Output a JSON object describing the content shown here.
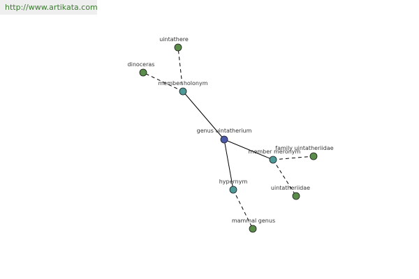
{
  "source": {
    "url_text": "http://www.artikata.com"
  },
  "colors": {
    "center_node": "#4a5aa8",
    "relation_node": "#4e9a98",
    "leaf_node": "#5a8c4a",
    "node_stroke": "#1a1a1a",
    "edge": "#000000",
    "link_text": "#3a7a2e"
  },
  "graph": {
    "nodes": [
      {
        "id": "center",
        "label": "genus uintatherium",
        "kind": "center"
      },
      {
        "id": "member_holonym",
        "label": "member holonym",
        "kind": "relation"
      },
      {
        "id": "member_meronym",
        "label": "member meronym",
        "kind": "relation"
      },
      {
        "id": "hypernym",
        "label": "hypernym",
        "kind": "relation"
      },
      {
        "id": "uintathere",
        "label": "uintathere",
        "kind": "leaf"
      },
      {
        "id": "dinoceras",
        "label": "dinoceras",
        "kind": "leaf"
      },
      {
        "id": "family_uintatheriidae",
        "label": "family uintatheriidae",
        "kind": "leaf"
      },
      {
        "id": "uintatheriidae",
        "label": "uintatheriidae",
        "kind": "leaf"
      },
      {
        "id": "mammal_genus",
        "label": "mammal genus",
        "kind": "leaf"
      }
    ],
    "edges": [
      {
        "from": "center",
        "to": "member_holonym",
        "style": "solid"
      },
      {
        "from": "center",
        "to": "member_meronym",
        "style": "solid"
      },
      {
        "from": "center",
        "to": "hypernym",
        "style": "solid"
      },
      {
        "from": "member_holonym",
        "to": "uintathere",
        "style": "dashed"
      },
      {
        "from": "member_holonym",
        "to": "dinoceras",
        "style": "dashed"
      },
      {
        "from": "member_meronym",
        "to": "family_uintatheriidae",
        "style": "dashed"
      },
      {
        "from": "member_meronym",
        "to": "uintatheriidae",
        "style": "dashed"
      },
      {
        "from": "hypernym",
        "to": "mammal_genus",
        "style": "dashed"
      }
    ]
  }
}
